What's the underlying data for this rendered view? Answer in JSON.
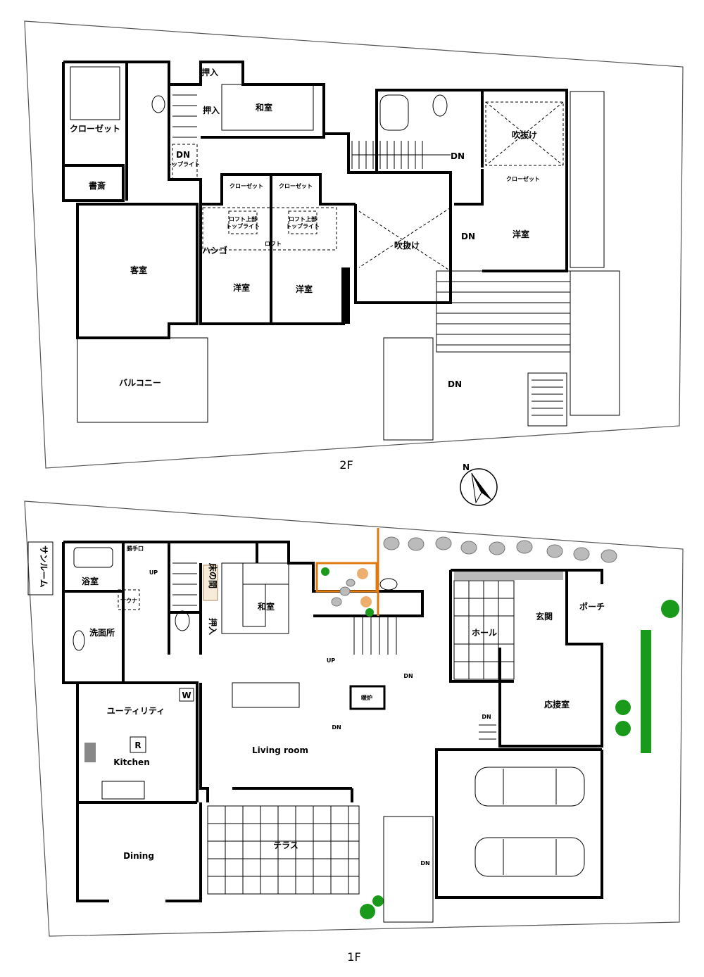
{
  "floors": {
    "second": {
      "label": "2F",
      "rooms": {
        "closet_nw": "クローゼット",
        "study": "書斎",
        "oshiire_1": "押入",
        "oshiire_2": "押入",
        "washitsu": "和室",
        "stair_dn": "DN",
        "toplight": "トップライト",
        "stair_dn_2": "DN",
        "atrium_1": "吹抜け",
        "closet_e": "クローゼット",
        "western_e": "洋室",
        "stair_dn_3": "DN",
        "guest": "客室",
        "closet_a": "クローゼット",
        "closet_b": "クローゼット",
        "loft_top_a": "ロフト上部",
        "loft_top_a2": "トップライト",
        "loft_top_b": "ロフト上部",
        "loft_top_b2": "トップライト",
        "ladder": "ハシゴ",
        "loft": "ロフト",
        "western_a": "洋室",
        "western_b": "洋室",
        "atrium_2": "吹抜け",
        "balcony": "バルコニー",
        "stair_dn_4": "DN"
      }
    },
    "first": {
      "label": "1F",
      "rooms": {
        "sunroom": "サンルーム",
        "bath": "浴室",
        "back_door": "勝手口",
        "sauna": "サウナ",
        "washroom": "洗面所",
        "up_1": "UP",
        "tokonoma": "床の間",
        "oshiire": "押入",
        "washitsu": "和室",
        "up_2": "UP",
        "hall": "ホール",
        "entrance": "玄関",
        "porch": "ポーチ",
        "reception": "応接室",
        "utility": "ユーティリティ",
        "washer": "W",
        "fridge": "R",
        "kitchen": "Kitchen",
        "dining": "Dining",
        "living": "Living room",
        "fireplace": "暖炉",
        "dn_1": "DN",
        "dn_2": "DN",
        "dn_3": "DN",
        "dn_4": "DN",
        "terrace": "テラス"
      }
    }
  },
  "compass": {
    "label": "N",
    "icon": "north-arrow-icon"
  },
  "colors": {
    "wall": "#000000",
    "hedge": "#1a9a1a",
    "garden_edge": "#e07a10",
    "stone": "#bbbbbb"
  }
}
